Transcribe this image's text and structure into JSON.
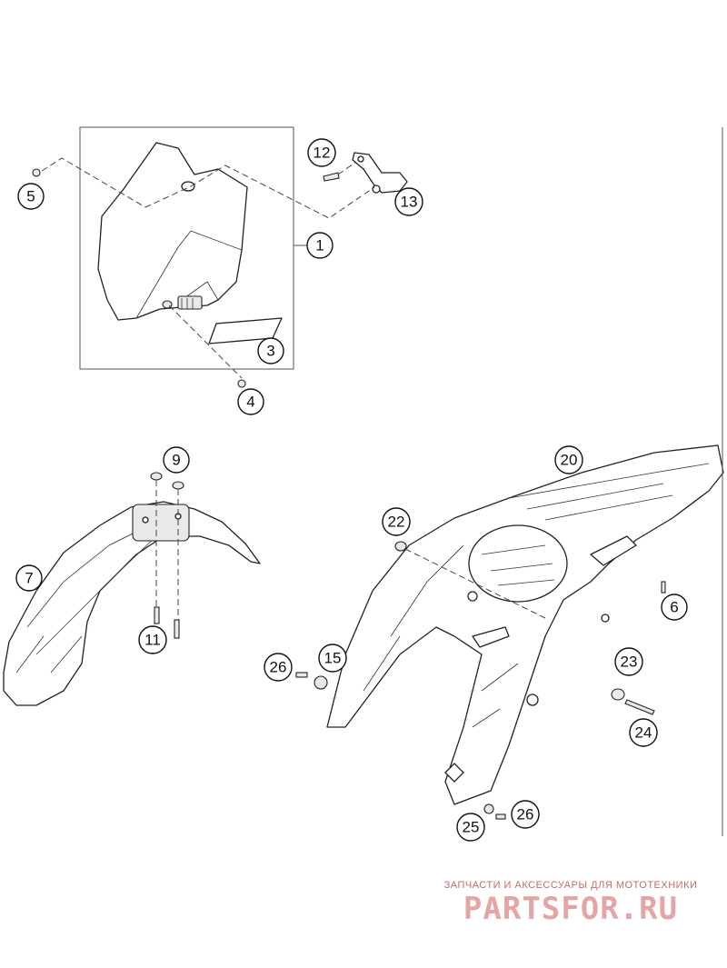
{
  "diagram": {
    "callouts": [
      {
        "id": "c1",
        "label": "1"
      },
      {
        "id": "c3",
        "label": "3"
      },
      {
        "id": "c4",
        "label": "4"
      },
      {
        "id": "c5",
        "label": "5"
      },
      {
        "id": "c12",
        "label": "12"
      },
      {
        "id": "c13",
        "label": "13"
      },
      {
        "id": "c9",
        "label": "9"
      },
      {
        "id": "c7",
        "label": "7"
      },
      {
        "id": "c11",
        "label": "11"
      },
      {
        "id": "c20",
        "label": "20"
      },
      {
        "id": "c22",
        "label": "22"
      },
      {
        "id": "c6",
        "label": "6"
      },
      {
        "id": "c26a",
        "label": "26"
      },
      {
        "id": "c15",
        "label": "15"
      },
      {
        "id": "c23",
        "label": "23"
      },
      {
        "id": "c24",
        "label": "24"
      },
      {
        "id": "c25",
        "label": "25"
      },
      {
        "id": "c26b",
        "label": "26"
      }
    ]
  },
  "watermark": {
    "caption": "ЗАПЧАСТИ И АКСЕССУАРЫ ДЛЯ МОТОТЕХНИКИ",
    "logo_text": "PARTSFOR.RU",
    "color": "#e6a5a5"
  }
}
